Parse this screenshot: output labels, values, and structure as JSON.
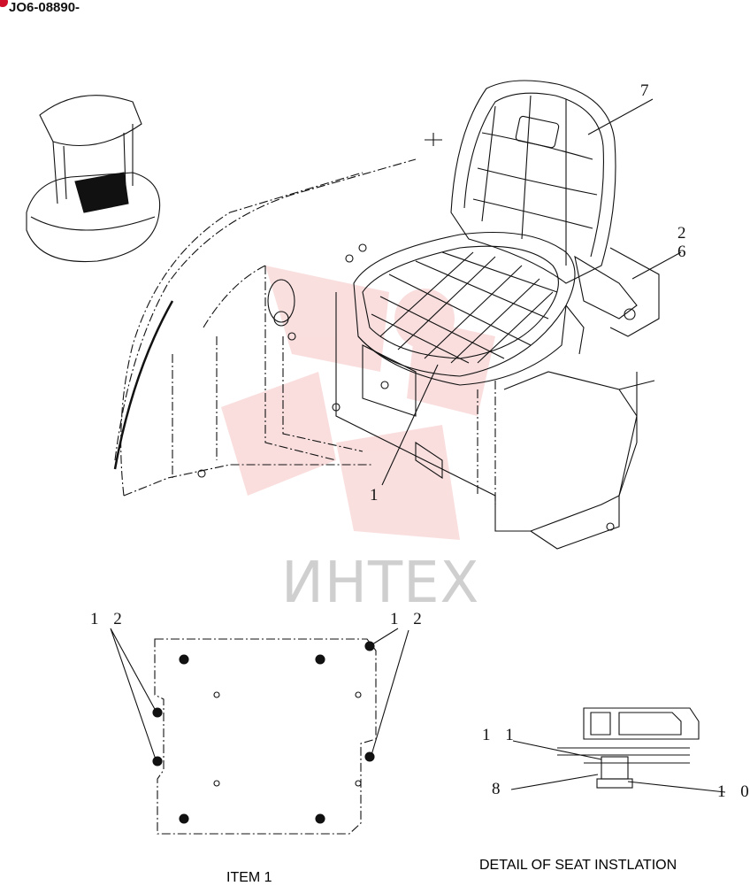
{
  "document": {
    "id": "JO6-08890-",
    "badge_color": "#d0102a",
    "watermark_text": "ИНТЕХ",
    "watermark_color": "#e33b3b"
  },
  "callouts": {
    "item_7": "7",
    "item_2": "2",
    "item_6": "6",
    "item_1": "1",
    "item_12_left": "1 2",
    "item_12_right": "1 2",
    "item_11": "1 1",
    "item_8": "8",
    "item_10": "1 0"
  },
  "captions": {
    "item_view": "ITEM 1",
    "detail_view": "DETAIL OF SEAT INSTLATION"
  }
}
